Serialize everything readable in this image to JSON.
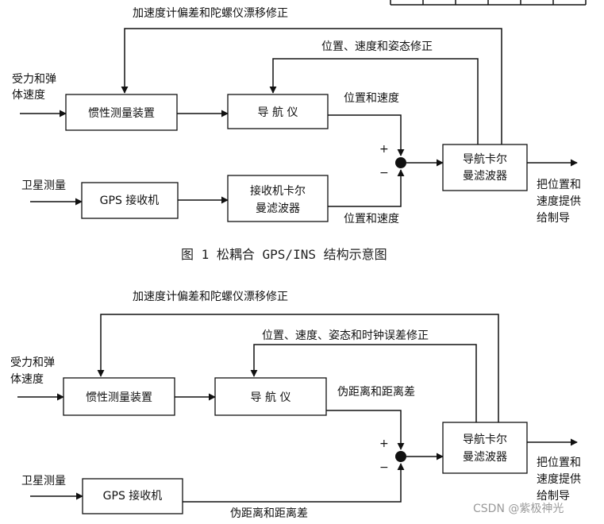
{
  "diagram1": {
    "top_feedback_label": "加速度计偏差和陀螺仪漂移修正",
    "mid_feedback_label": "位置、速度和姿态修正",
    "force_input_label": [
      "受力和弹",
      "体速度"
    ],
    "imu_label": "惯性测量装置",
    "nav_label": "导  航  仪",
    "nav_output_label": "位置和速度",
    "plus": "+",
    "minus": "−",
    "kf_label": [
      "导航卡尔",
      "曼滤波器"
    ],
    "output_label": [
      "把位置和",
      "速度提供",
      "给制导"
    ],
    "sat_input_label": "卫星测量",
    "gps_label": "GPS 接收机",
    "gps_kf_label": [
      "接收机卡尔",
      "曼滤波器"
    ],
    "gps_output_label": "位置和速度",
    "caption": "图 1  松耦合 GPS/INS 结构示意图"
  },
  "diagram2": {
    "top_feedback_label": "加速度计偏差和陀螺仪漂移修正",
    "mid_feedback_label": "位置、速度、姿态和时钟误差修正",
    "force_input_label": [
      "受力和弹",
      "体速度"
    ],
    "imu_label": "惯性测量装置",
    "nav_label": "导  航  仪",
    "nav_output_label": "伪距离和距离差",
    "plus": "+",
    "minus": "−",
    "kf_label": [
      "导航卡尔",
      "曼滤波器"
    ],
    "output_label": [
      "把位置和",
      "速度提供",
      "给制导"
    ],
    "sat_input_label": "卫星测量",
    "gps_label": "GPS 接收机",
    "gps_output_label": "伪距离和距离差"
  },
  "watermark": "CSDN @紫极神光"
}
